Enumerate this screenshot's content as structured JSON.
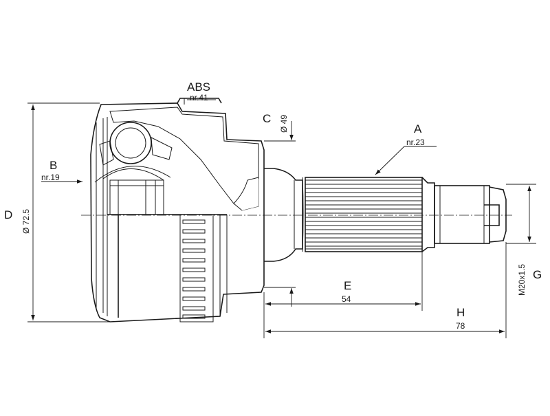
{
  "labels": {
    "abs_title": "ABS",
    "abs_sub": "nr.41",
    "a_title": "A",
    "a_sub": "nr.23",
    "b_title": "B",
    "b_sub": "nr.19",
    "c_title": "C",
    "c_sub": "Ø 49",
    "d_title": "D",
    "d_sub": "Ø 72.5",
    "e_title": "E",
    "e_sub": "54",
    "h_title": "H",
    "h_sub": "78",
    "g_title": "G",
    "g_sub": "M20x1.5"
  }
}
